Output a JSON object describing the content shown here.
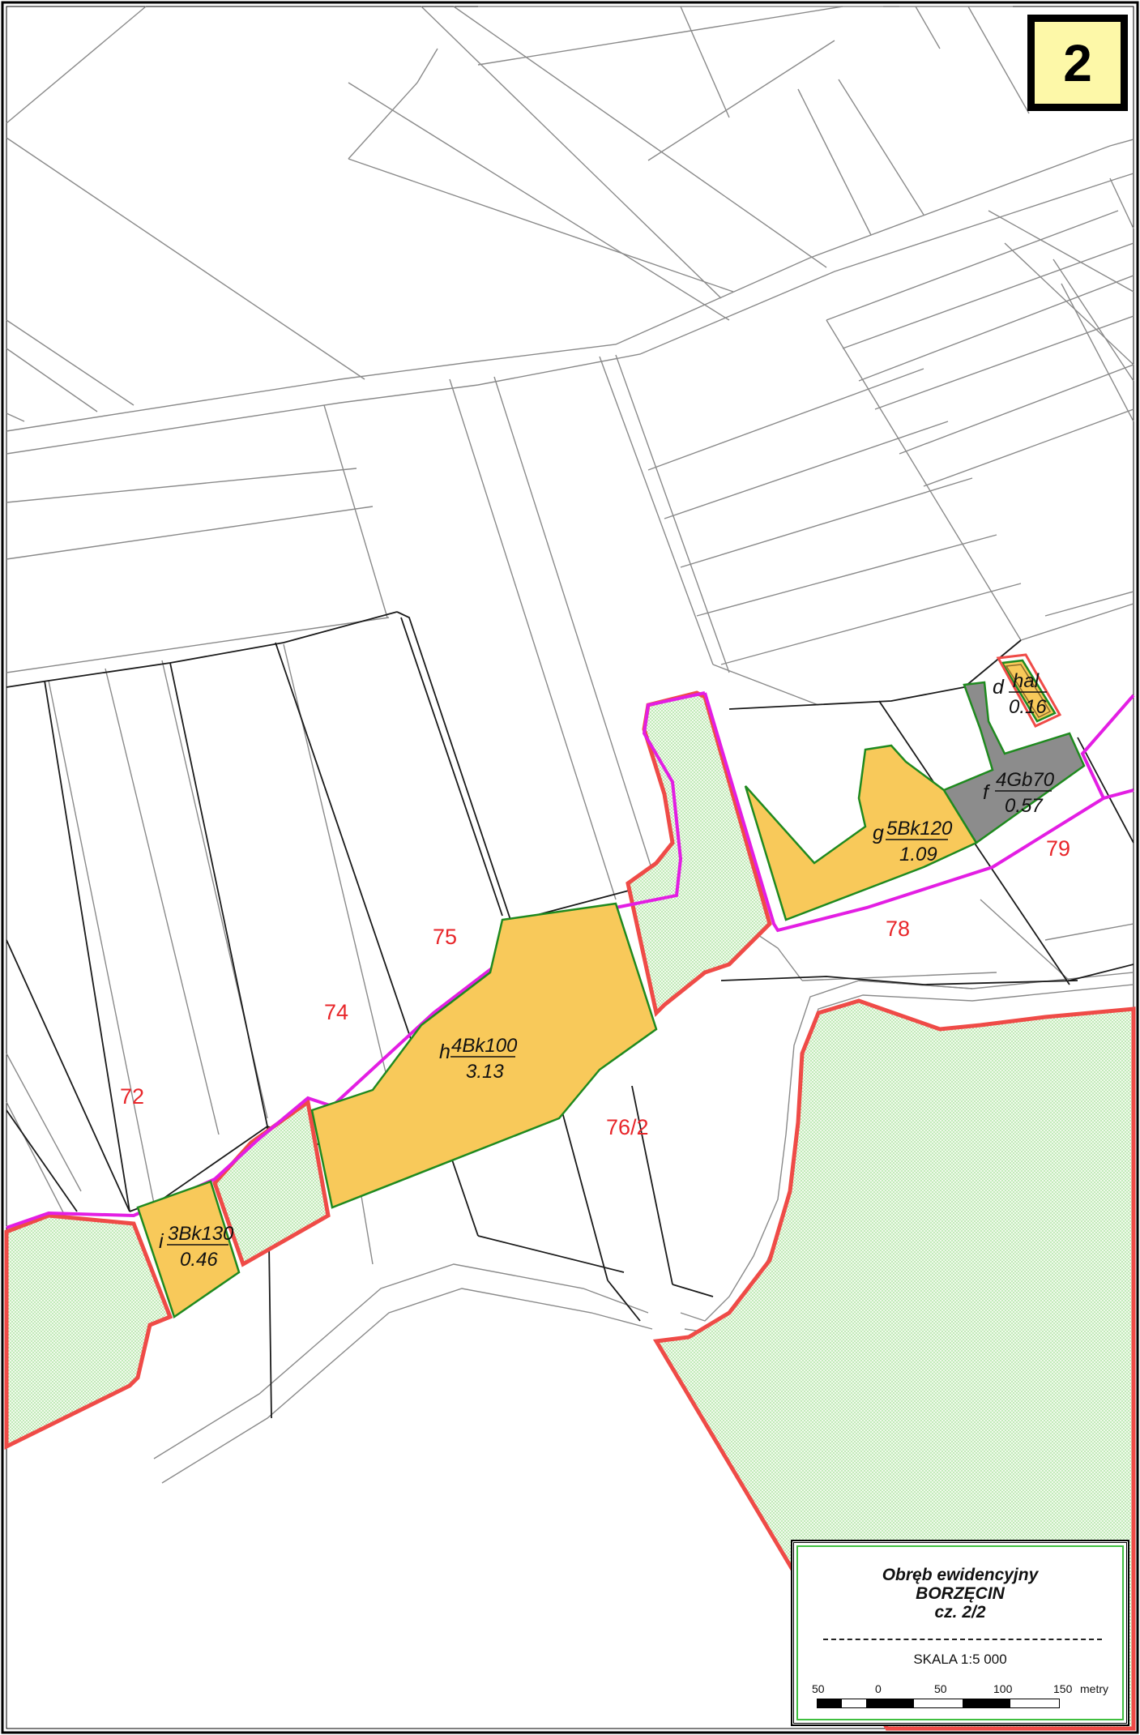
{
  "sheet_number": "2",
  "parcel_numbers": [
    "72",
    "74",
    "75",
    "76/2",
    "78",
    "79"
  ],
  "land_labels": [
    {
      "letter": "d",
      "cls": "hal",
      "area": "0.16"
    },
    {
      "letter": "f",
      "cls": "4Gb70",
      "area": "0.57"
    },
    {
      "letter": "g",
      "cls": "5Bk120",
      "area": "1.09"
    },
    {
      "letter": "h",
      "cls": "4Bk100",
      "area": "3.13"
    },
    {
      "letter": "i",
      "cls": "3Bk130",
      "area": "0.46"
    }
  ],
  "legend": {
    "title_line1": "Obręb ewidencyjny",
    "title_line2": "BORZĘCIN",
    "title_line3": "cz. 2/2",
    "scale_text": "SKALA 1:5 000",
    "scalebar_ticks": [
      "50",
      "0",
      "50",
      "100",
      "150"
    ],
    "scalebar_unit": "metry"
  },
  "colors": {
    "parcel_boundary": "#8a8a8a",
    "boundary_dark": "#1a1a1a",
    "highlight_red": "#ef4b47",
    "highlight_magenta": "#e31ee3",
    "fill_yellow": "#f8c95a",
    "fill_grey": "#8c8c8c",
    "fill_green": "#e6f6e0",
    "outline_green": "#1f8a1f"
  }
}
